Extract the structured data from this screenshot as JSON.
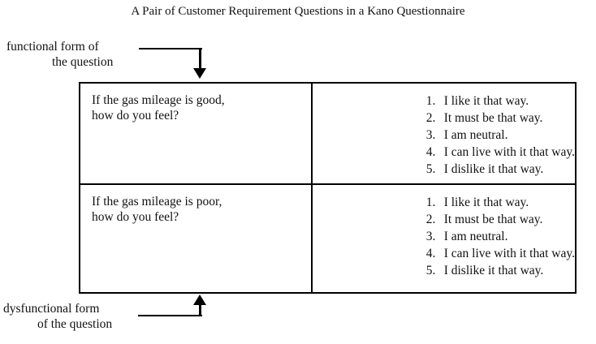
{
  "title": "A Pair of Customer Requirement Questions in a Kano Questionnaire",
  "labels": {
    "functional": {
      "line1": "functional form of",
      "line2": "the question"
    },
    "dysfunctional": {
      "line1": "dysfunctional form",
      "line2": "of the question"
    }
  },
  "table": {
    "rows": [
      {
        "kind": "functional",
        "question": {
          "line1": "If the gas mileage is good,",
          "line2": "how do you feel?"
        },
        "answers": [
          {
            "num": "1.",
            "text": "I like it that way."
          },
          {
            "num": "2.",
            "text": "It must be that way."
          },
          {
            "num": "3.",
            "text": "I am neutral."
          },
          {
            "num": "4.",
            "text": "I can live with it that way."
          },
          {
            "num": "5.",
            "text": "I dislike it that way."
          }
        ]
      },
      {
        "kind": "dysfunctional",
        "question": {
          "line1": "If the gas mileage is poor,",
          "line2": "how do you feel?"
        },
        "answers": [
          {
            "num": "1.",
            "text": "I like it that way."
          },
          {
            "num": "2.",
            "text": "It must be that way."
          },
          {
            "num": "3.",
            "text": "I am neutral."
          },
          {
            "num": "4.",
            "text": "I can live with it that way."
          },
          {
            "num": "5.",
            "text": "I dislike it that way."
          }
        ]
      }
    ]
  },
  "colors": {
    "background": "#ffffff",
    "ink": "#111111",
    "rule": "#000000"
  }
}
